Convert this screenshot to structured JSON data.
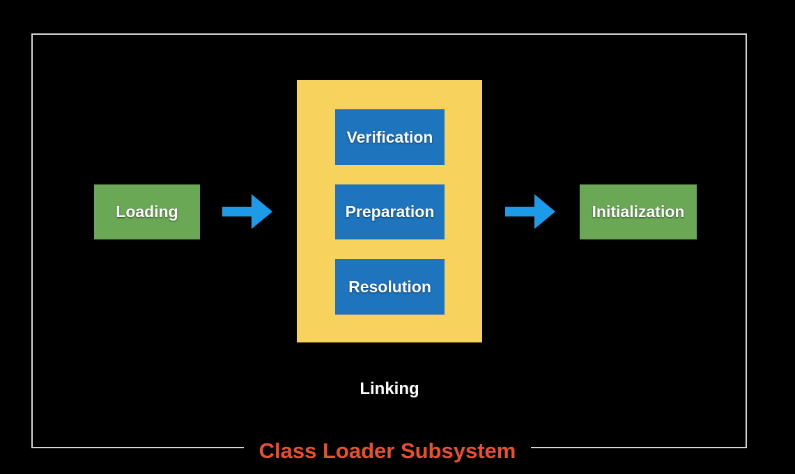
{
  "diagram": {
    "caption": "Class Loader Subsystem",
    "loading": "Loading",
    "linking": {
      "label": "Linking",
      "steps": [
        "Verification",
        "Preparation",
        "Resolution"
      ]
    },
    "initialization": "Initialization"
  },
  "colors": {
    "background": "#000000",
    "frame": "#d6d6d6",
    "caption": "#e8502f",
    "green_box": "#6aa855",
    "linking_panel": "#f7d25c",
    "blue_box": "#1e74bd",
    "arrow": "#1e9be8"
  },
  "icons": {
    "arrow_1": "right-arrow-icon",
    "arrow_2": "right-arrow-icon"
  }
}
